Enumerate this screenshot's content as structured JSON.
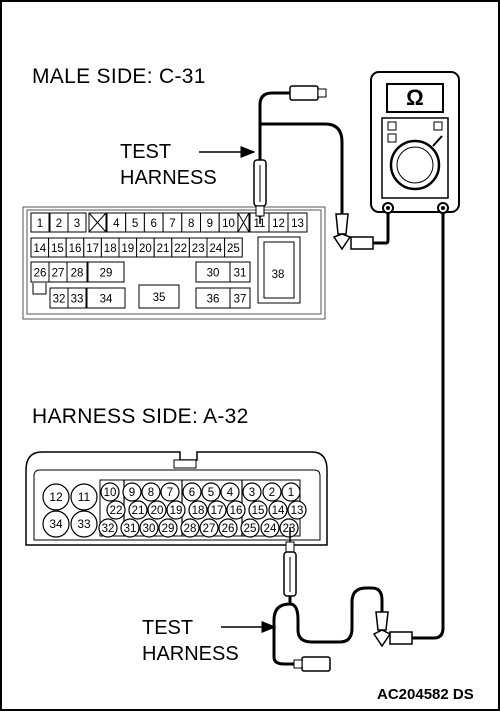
{
  "male_connector": {
    "title": "MALE SIDE: C-31",
    "pins_row1": [
      "1",
      "2",
      "3",
      "4",
      "5",
      "6",
      "7",
      "8",
      "9",
      "10",
      "11",
      "12",
      "13"
    ],
    "pins_row2": [
      "14",
      "15",
      "16",
      "17",
      "18",
      "19",
      "20",
      "21",
      "22",
      "23",
      "24",
      "25"
    ],
    "pins_row3": [
      "26",
      "27",
      "28",
      "29",
      "30",
      "31",
      "38"
    ],
    "pins_row4": [
      "32",
      "33",
      "34",
      "35",
      "36",
      "37"
    ]
  },
  "harness_connector": {
    "title": "HARNESS SIDE: A-32",
    "big_pins": [
      "12",
      "11",
      "34",
      "33"
    ],
    "pins_top": [
      "10",
      "9",
      "8",
      "7",
      "6",
      "5",
      "4",
      "3",
      "2",
      "1"
    ],
    "pins_mid": [
      "22",
      "21",
      "20",
      "19",
      "18",
      "17",
      "16",
      "15",
      "14",
      "13"
    ],
    "pins_bot": [
      "32",
      "31",
      "30",
      "29",
      "28",
      "27",
      "26",
      "25",
      "24",
      "23"
    ]
  },
  "test_harness_top": {
    "line1": "TEST",
    "line2": "HARNESS"
  },
  "test_harness_bottom": {
    "line1": "TEST",
    "line2": "HARNESS"
  },
  "meter": {
    "symbol": "Ω"
  },
  "figure_ref": "AC204582 DS"
}
